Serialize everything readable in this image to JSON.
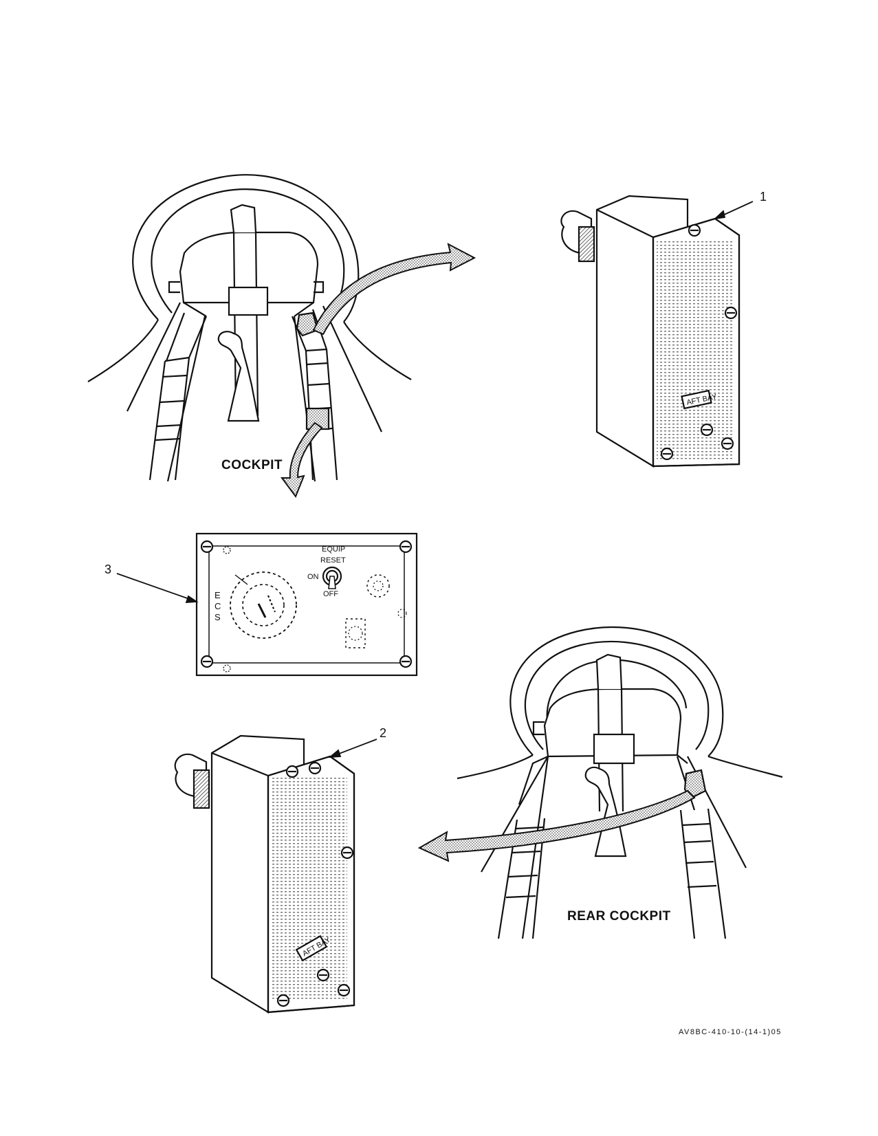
{
  "figure": {
    "labels": {
      "cockpit": "COCKPIT",
      "rear_cockpit": "REAR COCKPIT",
      "callout_1": "1",
      "callout_2": "2",
      "callout_3": "3",
      "figure_code": "AV8BC-410-10-(14-1)05"
    },
    "panel_top_right": {
      "plate_text": "AFT BAY"
    },
    "panel_bottom_left": {
      "plate_text": "AFT BAY"
    },
    "ecs_panel": {
      "title": [
        "E",
        "C",
        "S"
      ],
      "switch_title_top": "EQUIP",
      "switch_title_bottom": "RESET",
      "switch_on": "ON",
      "switch_off": "OFF"
    }
  }
}
